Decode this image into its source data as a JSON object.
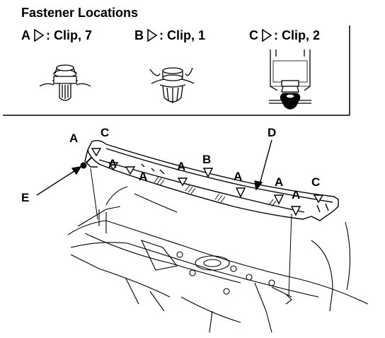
{
  "title": "Fastener Locations",
  "legend": [
    {
      "letter": "A",
      "text": ": Clip, 7"
    },
    {
      "letter": "B",
      "text": ": Clip, 1"
    },
    {
      "letter": "C",
      "text": ": Clip, 2"
    }
  ],
  "callouts": {
    "a1": "A",
    "c1": "C",
    "a2": "A",
    "a3": "A",
    "a4": "A",
    "b1": "B",
    "a5": "A",
    "a6": "A",
    "a7": "A",
    "c2": "C",
    "d": "D",
    "e": "E"
  }
}
